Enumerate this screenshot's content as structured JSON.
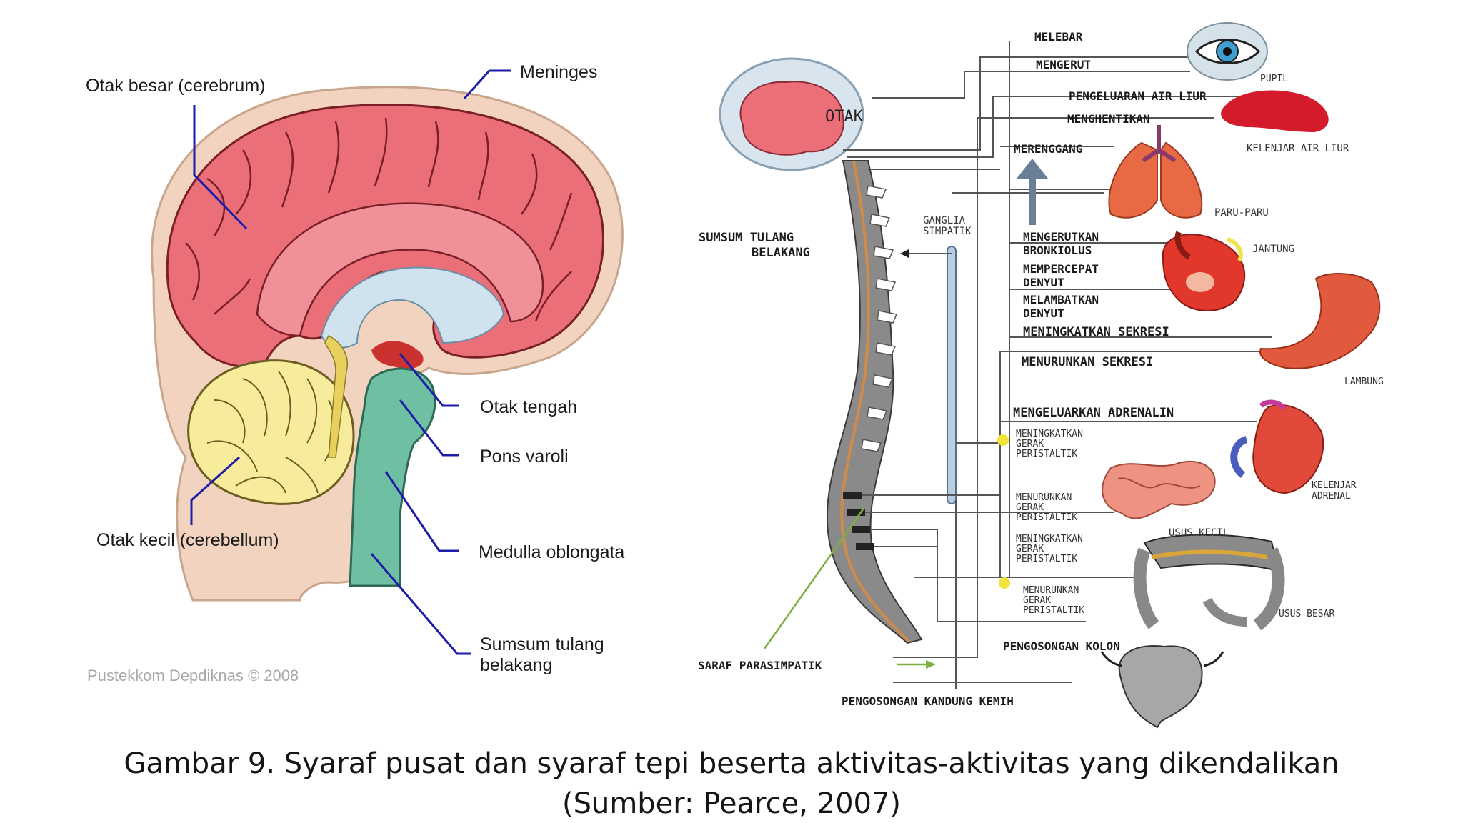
{
  "brain": {
    "labels": {
      "cerebrum": "Otak besar (cerebrum)",
      "meninges": "Meninges",
      "midbrain": "Otak tengah",
      "pons": "Pons varoli",
      "cerebellum": "Otak kecil (cerebellum)",
      "medulla": "Medulla oblongata",
      "spinal1": "Sumsum tulang",
      "spinal2": "belakang"
    },
    "credit": "Pustekkom Depdiknas © 2008"
  },
  "nervous": {
    "otak": "OTAK",
    "sumsum1": "SUMSUM TULANG",
    "sumsum2": "BELAKANG",
    "ganglia1": "GANGLIA",
    "ganglia2": "SIMPATIK",
    "saraf": "SARAF PARASIMPATIK",
    "actions": {
      "melebar": "MELEBAR",
      "mengerut": "MENGERUT",
      "pengeluaran": "PENGELUARAN AIR LIUR",
      "menghentikan": "MENGHENTIKAN",
      "merenggang": "MERENGGANG",
      "mengerutkan1": "MENGERUTKAN",
      "mengerutkan2": "BRONKIOLUS",
      "mempercepat1": "MEMPERCEPAT",
      "mempercepat2": "DENYUT",
      "melambatkan1": "MELAMBATKAN",
      "melambatkan2": "DENYUT",
      "meningkatkanSekresi": "MENINGKATKAN SEKRESI",
      "menurunkanSekresi": "MENURUNKAN SEKRESI",
      "adrenalin": "MENGELUARKAN ADRENALIN",
      "peri1a": "MENINGKATKAN",
      "peri1b": "GERAK",
      "peri1c": "PERISTALTIK",
      "peri2a": "MENURUNKAN",
      "peri2b": "GERAK",
      "peri2c": "PERISTALTIK",
      "peri3a": "MENINGKATKAN",
      "peri3b": "GERAK",
      "peri3c": "PERISTALTIK",
      "peri4a": "MENURUNKAN",
      "peri4b": "GERAK",
      "peri4c": "PERISTALTIK",
      "kolon": "PENGOSONGAN KOLON",
      "kemih": "PENGOSONGAN KANDUNG KEMIH"
    },
    "organs": {
      "pupil": "PUPIL",
      "kelenjarAirLiur": "KELENJAR AIR LIUR",
      "paru": "PARU-PARU",
      "jantung": "JANTUNG",
      "lambung": "LAMBUNG",
      "kelenjarAdrenal1": "KELENJAR",
      "kelenjarAdrenal2": "ADRENAL",
      "ususKecil": "USUS KECIL",
      "ususBesar": "USUS BESAR"
    }
  },
  "caption": {
    "line1": "Gambar 9. Syaraf pusat dan syaraf tepi beserta aktivitas-aktivitas yang dikendalikan",
    "line2": "(Sumber: Pearce, 2007)"
  }
}
